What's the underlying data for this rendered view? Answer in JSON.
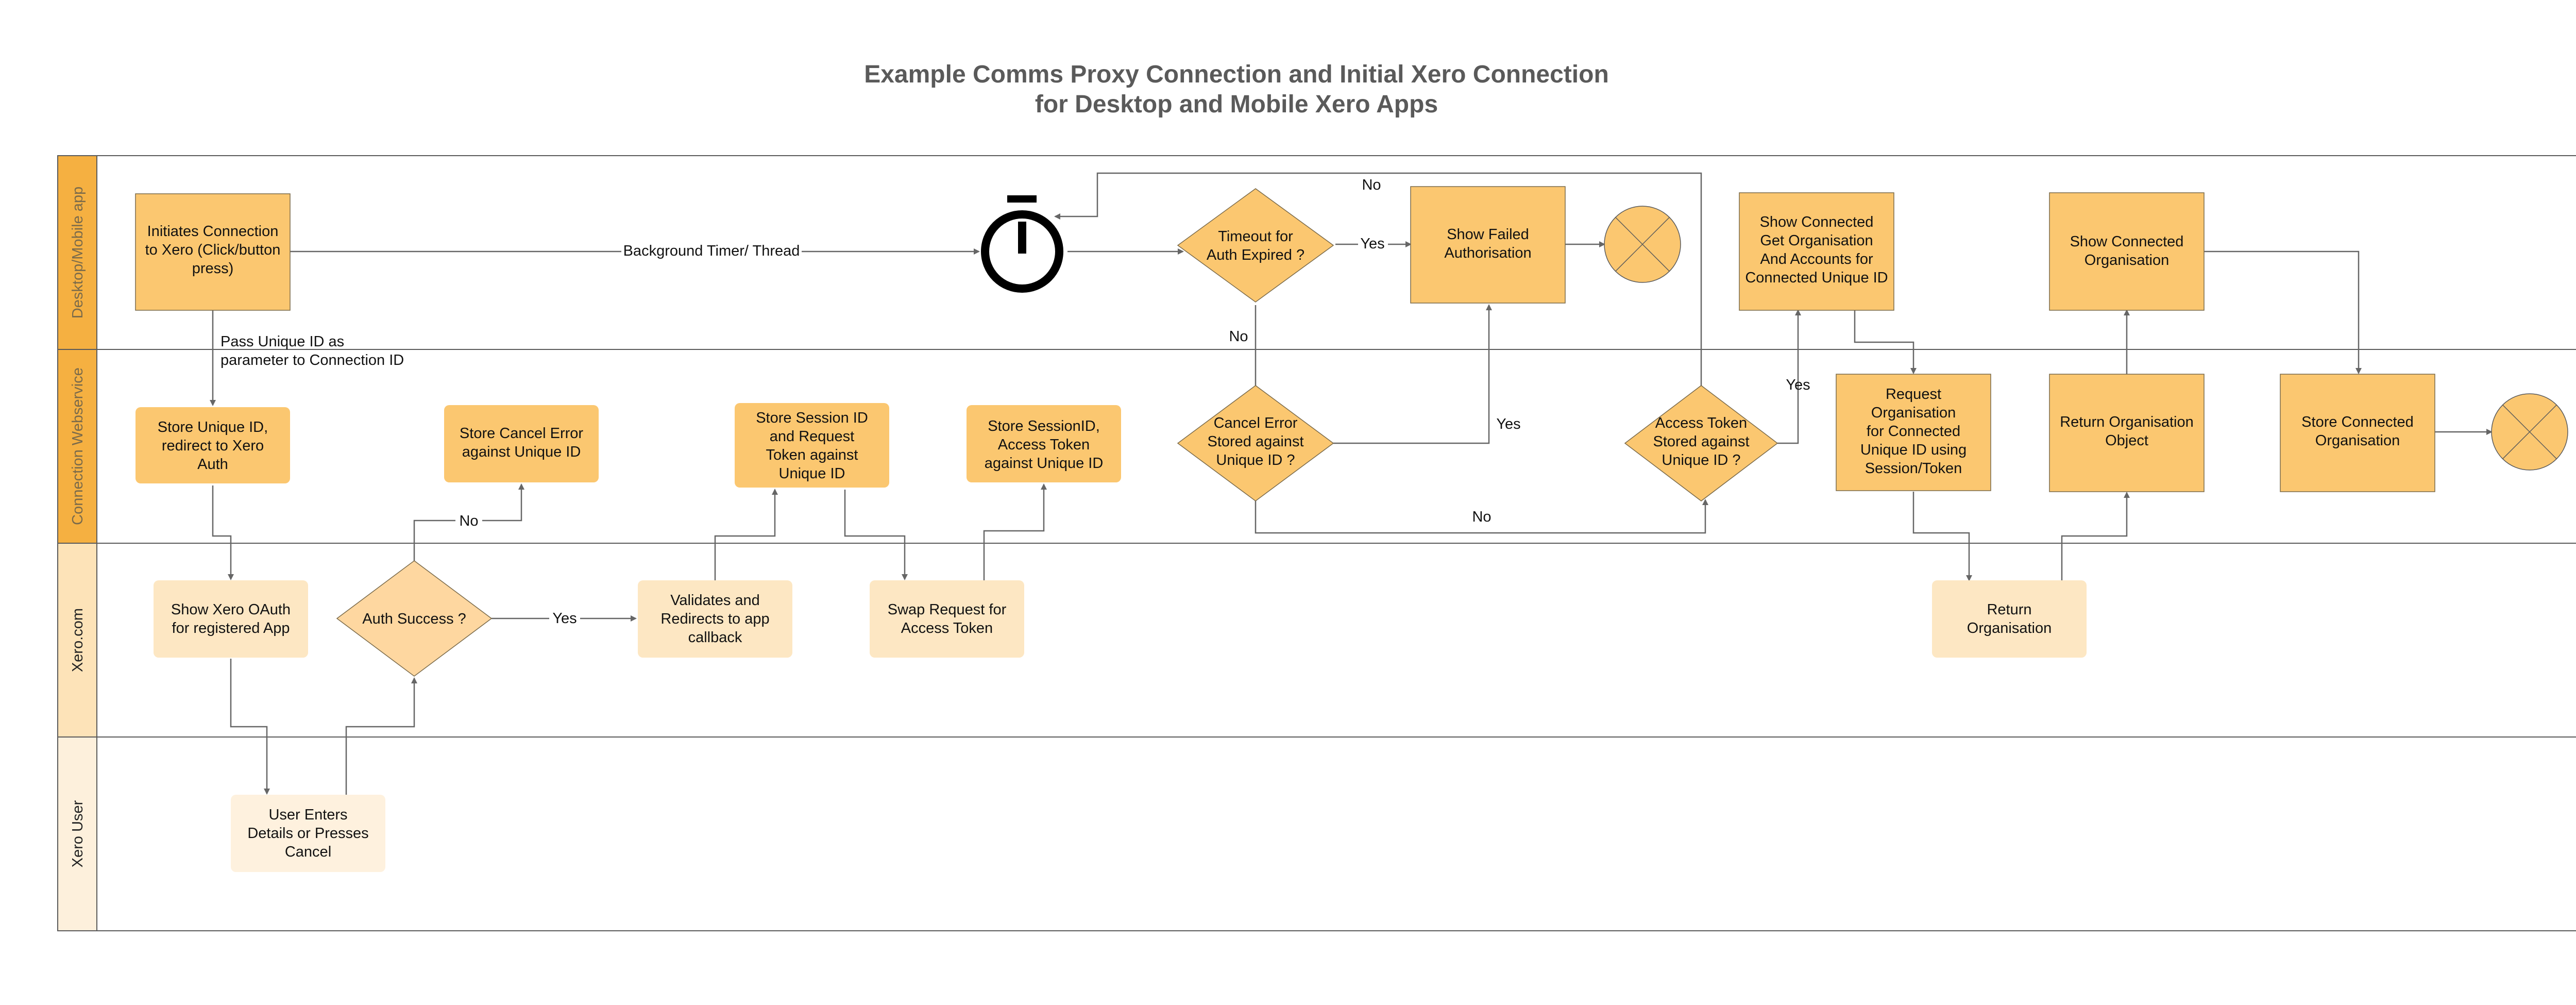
{
  "title": {
    "line1": "Example Comms Proxy Connection and Initial Xero Connection",
    "line2": "for Desktop and Mobile Xero Apps"
  },
  "colors": {
    "lane1_header": "#f5b041",
    "lane2_header": "#f5b041",
    "lane3_header": "#fde3b8",
    "lane4_header": "#fdf0dc",
    "lane1_label": "#7a6a4a",
    "lane2_label": "#7a6a4a",
    "node_strong": "#fbc770",
    "node_mid": "#fed7a0",
    "node_light": "#fde7c3",
    "node_lightest": "#fef1de",
    "border": "#5a5a5a",
    "edge": "#666666",
    "timer": "#000000"
  },
  "lanes": [
    {
      "id": "desktop",
      "label": "Desktop/Mobile app"
    },
    {
      "id": "webservice",
      "label": "Connection Webservice"
    },
    {
      "id": "xero",
      "label": "Xero.com"
    },
    {
      "id": "user",
      "label": "Xero User"
    }
  ],
  "nodes": {
    "initiate": [
      "Initiates Connection",
      "to Xero (Click/button",
      "press)"
    ],
    "timeout": [
      "Timeout for",
      "Auth Expired ?"
    ],
    "show_failed": [
      "Show Failed",
      "Authorisation"
    ],
    "show_connected_accounts": [
      "Show Connected",
      "Get Organisation",
      "And Accounts for",
      "Connected Unique ID"
    ],
    "show_connected_org": [
      "Show Connected",
      "Organisation"
    ],
    "store_unique": [
      "Store Unique ID,",
      "redirect to Xero",
      "Auth"
    ],
    "store_cancel": [
      "Store Cancel Error",
      "against Unique ID"
    ],
    "store_session": [
      "Store Session ID",
      "and Request",
      "Token against",
      "Unique ID"
    ],
    "store_session_access": [
      "Store SessionID,",
      "Access Token",
      "against Unique ID"
    ],
    "cancel_error": [
      "Cancel Error",
      "Stored against",
      "Unique ID ?"
    ],
    "access_token": [
      "Access Token",
      "Stored against",
      "Unique ID ?"
    ],
    "request_org": [
      "Request",
      "Organisation",
      "for Connected",
      "Unique ID using",
      "Session/Token"
    ],
    "return_org_object": [
      "Return Organisation",
      "Object"
    ],
    "store_connected_org": [
      "Store Connected",
      "Organisation"
    ],
    "show_oauth": [
      "Show Xero OAuth",
      "for registered App"
    ],
    "auth_success": [
      "Auth Success ?"
    ],
    "validates": [
      "Validates and",
      "Redirects to app",
      "callback"
    ],
    "swap_request": [
      "Swap Request for",
      "Access Token"
    ],
    "return_org": [
      "Return",
      "Organisation"
    ],
    "user_enters": [
      "User Enters",
      "Details or Presses",
      "Cancel"
    ]
  },
  "edge_labels": {
    "background": "Background Timer/ Thread",
    "pass_unique": [
      "Pass Unique ID as",
      "parameter to Connection ID"
    ],
    "yes_timeout": "Yes",
    "no_timeout": "No",
    "no_loop": "No",
    "yes_cancel": "Yes",
    "yes_access": "Yes",
    "no_cancel": "No",
    "no_auth": "No",
    "yes_auth": "Yes"
  }
}
